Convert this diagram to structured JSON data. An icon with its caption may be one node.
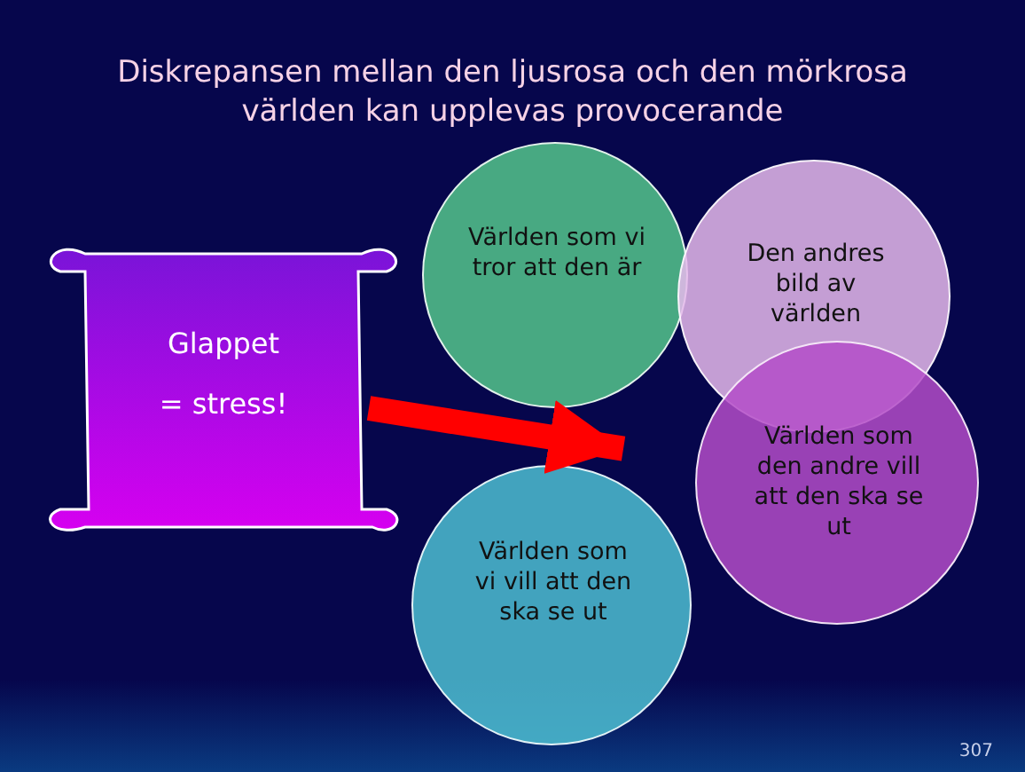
{
  "diagram": {
    "title": "Diskrepansen mellan den ljusrosa och den mörkrosa världen kan upplevas provocerande",
    "nodes": [
      {
        "text": [
          "Glappet = stress!"
        ]
      },
      {
        "text": [
          "Världen som vi tror att den är"
        ]
      },
      {
        "text": [
          "Den andres bild av världen"
        ]
      },
      {
        "text": [
          "Världen som vi vill att den ska se ut"
        ]
      },
      {
        "text": [
          "Världen som den andre vill att den ska se ut"
        ]
      }
    ],
    "edges": [
      {
        "from": 0,
        "to": 4,
        "arrow": "to"
      }
    ],
    "labels": [
      "307"
    ]
  }
}
